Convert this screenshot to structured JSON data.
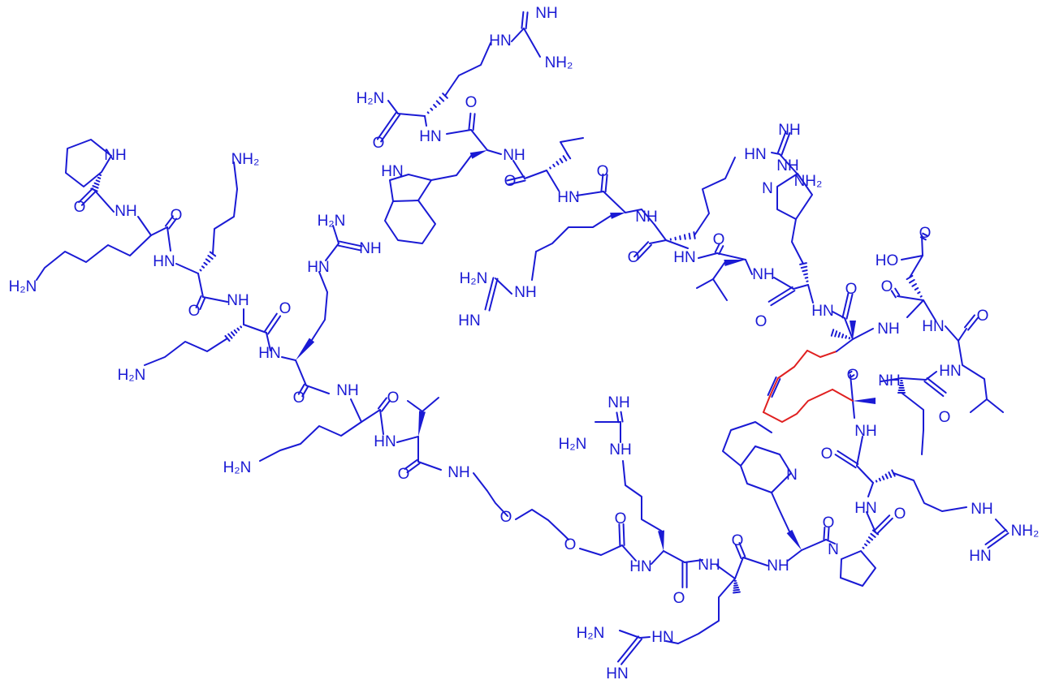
{
  "colors": {
    "main": "#1a1ad4",
    "highlight": "#e02020"
  },
  "labels": {
    "nh": "NH",
    "hn": "HN",
    "nh2": "NH₂",
    "h2n": "H₂N",
    "o": "O",
    "n": "N",
    "ho": "HO",
    "oh": "OH"
  }
}
